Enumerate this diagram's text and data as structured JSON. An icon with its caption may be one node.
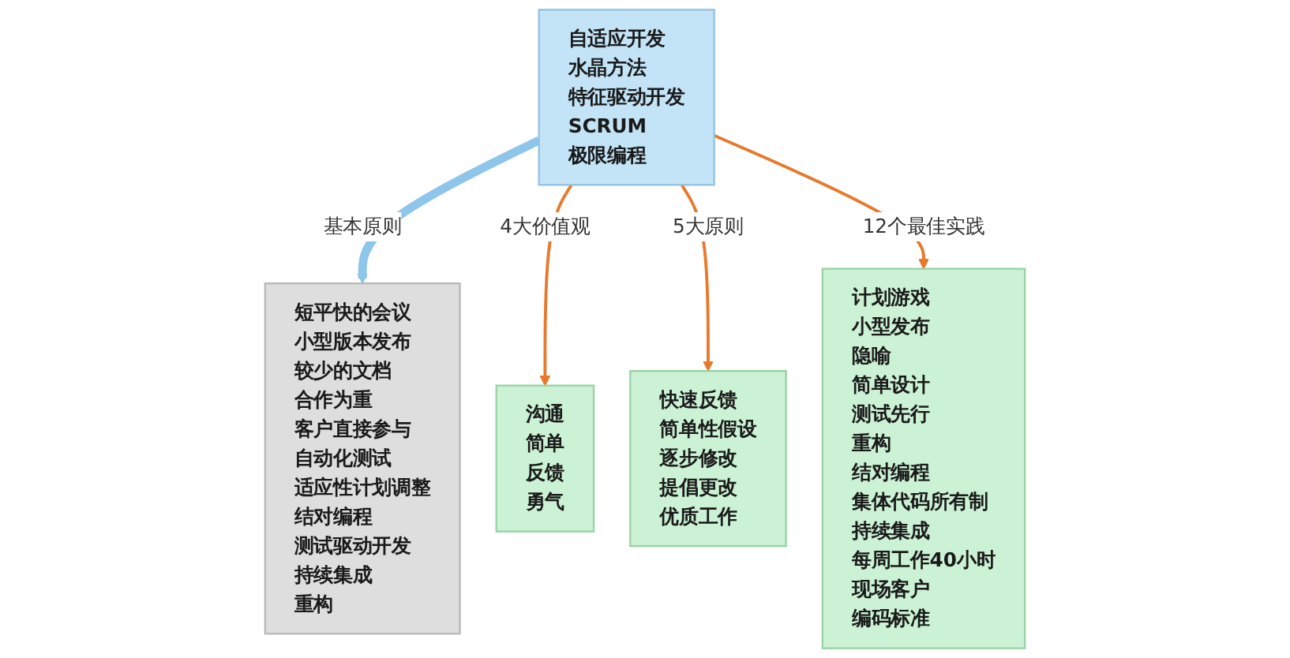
{
  "diagram": {
    "nodes": [
      {
        "text": [
          "自适应开发",
          "水晶方法",
          "特征驱动开发",
          "SCRUM",
          "极限编程"
        ]
      },
      {
        "text": [
          "短平快的会议",
          "小型版本发布",
          "较少的文档",
          "合作为重",
          "客户直接参与",
          "自动化测试",
          "适应性计划调整",
          "结对编程",
          "测试驱动开发",
          "持续集成",
          "重构"
        ]
      },
      {
        "text": [
          "沟通",
          "简单",
          "反馈",
          "勇气"
        ]
      },
      {
        "text": [
          "快速反馈",
          "简单性假设",
          "逐步修改",
          "提倡更改",
          "优质工作"
        ]
      },
      {
        "text": [
          "计划游戏",
          "小型发布",
          "隐喻",
          "简单设计",
          "测试先行",
          "重构",
          "结对编程",
          "集体代码所有制",
          "持续集成",
          "每周工作40小时",
          "现场客户",
          "编码标准"
        ]
      }
    ],
    "edges": [
      {
        "from": 0,
        "to": 1,
        "arrow": "to",
        "label": "基本原则",
        "style": "thick",
        "color": "#8ec5ea"
      },
      {
        "from": 0,
        "to": 2,
        "arrow": "to",
        "label": "4大价值观"
      },
      {
        "from": 0,
        "to": 3,
        "arrow": "to",
        "label": "5大原则"
      },
      {
        "from": 0,
        "to": 4,
        "arrow": "to",
        "label": "12个最佳实践"
      }
    ]
  }
}
